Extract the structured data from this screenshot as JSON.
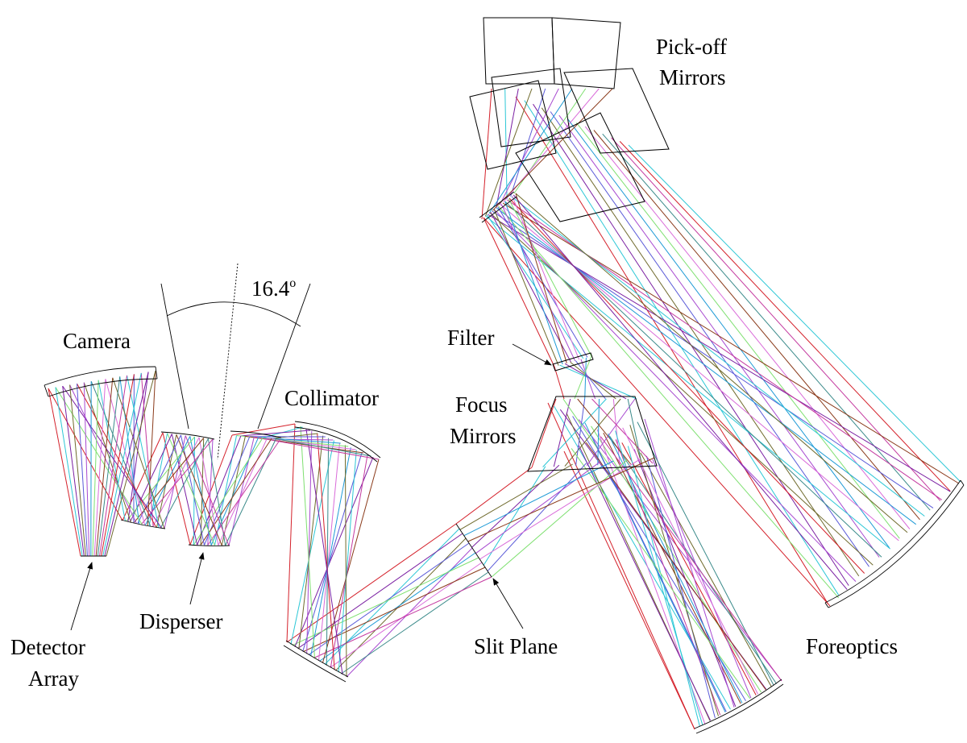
{
  "labels": {
    "pickoff_line1": "Pick-off",
    "pickoff_line2": "Mirrors",
    "angle_value": "16.4",
    "angle_unit": "o",
    "camera": "Camera",
    "filter": "Filter",
    "collimator": "Collimator",
    "focus_line1": "Focus",
    "focus_line2": "Mirrors",
    "detector_line1": "Detector",
    "detector_line2": "Array",
    "disperser": "Disperser",
    "slit_plane": "Slit Plane",
    "foreoptics": "Foreoptics"
  },
  "colors": {
    "rays": [
      "#d4202a",
      "#2cc7d6",
      "#7a1fa2",
      "#6f6a2c",
      "#5a5ad8",
      "#a84ad0",
      "#1e9ad6",
      "#7ee070",
      "#d96bd9",
      "#8a3a1a",
      "#3a8a8a",
      "#c43aa0"
    ],
    "outline": "#000000",
    "background": "#ffffff"
  }
}
